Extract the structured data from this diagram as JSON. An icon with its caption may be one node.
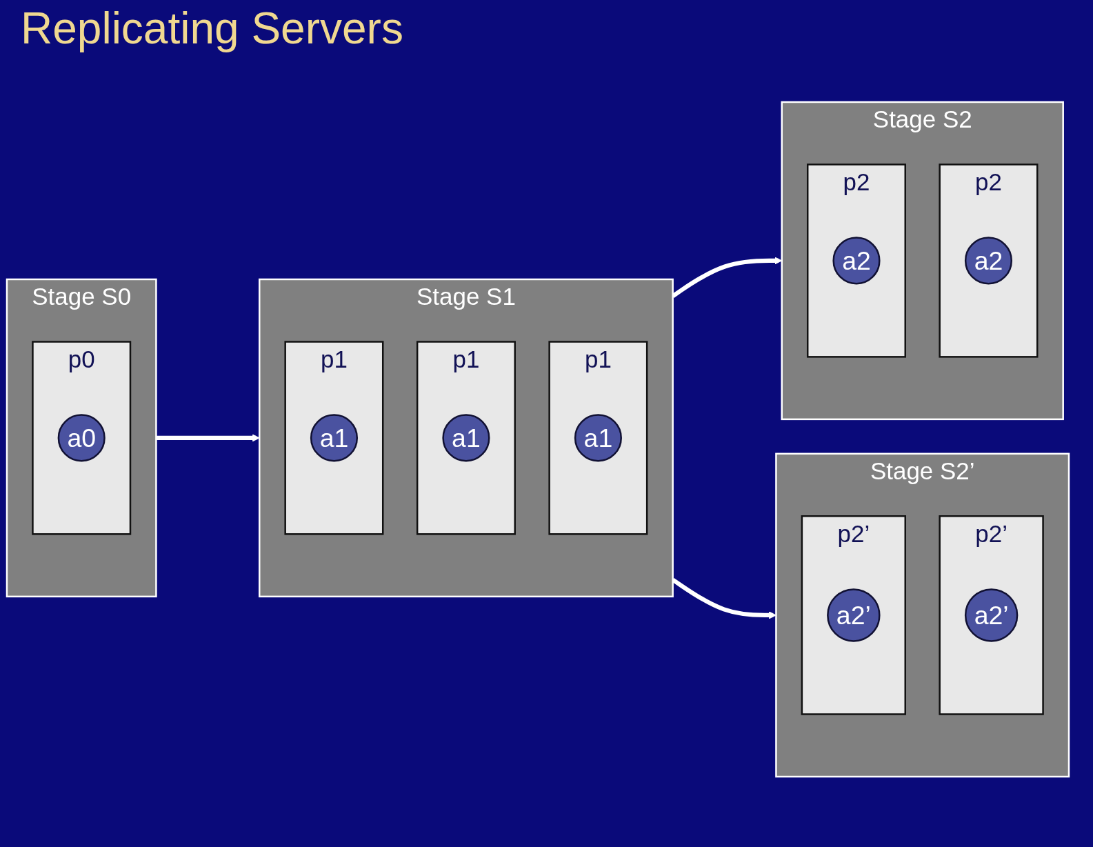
{
  "diagram": {
    "title": "Replicating Servers",
    "nodes": [
      {
        "text": [
          "Stage S0"
        ]
      },
      {
        "text": [
          "p0"
        ],
        "in": 0
      },
      {
        "text": [
          "a0"
        ],
        "in": 1
      },
      {
        "text": [
          "Stage S1"
        ]
      },
      {
        "text": [
          "p1"
        ],
        "in": 3
      },
      {
        "text": [
          "a1"
        ],
        "in": 4
      },
      {
        "text": [
          "p1"
        ],
        "in": 3
      },
      {
        "text": [
          "a1"
        ],
        "in": 6
      },
      {
        "text": [
          "p1"
        ],
        "in": 3
      },
      {
        "text": [
          "a1"
        ],
        "in": 8
      },
      {
        "text": [
          "Stage S2"
        ]
      },
      {
        "text": [
          "p2"
        ],
        "in": 10
      },
      {
        "text": [
          "a2"
        ],
        "in": 11
      },
      {
        "text": [
          "p2"
        ],
        "in": 10
      },
      {
        "text": [
          "a2"
        ],
        "in": 13
      },
      {
        "text": [
          "Stage S2’"
        ]
      },
      {
        "text": [
          "p2’"
        ],
        "in": 15
      },
      {
        "text": [
          "a2’"
        ],
        "in": 16
      },
      {
        "text": [
          "p2’"
        ],
        "in": 15
      },
      {
        "text": [
          "a2’"
        ],
        "in": 18
      }
    ],
    "edges": [
      {
        "from": 0,
        "to": 3,
        "arrow": "to"
      },
      {
        "from": 3,
        "to": 10,
        "arrow": "to"
      },
      {
        "from": 3,
        "to": 15,
        "arrow": "to"
      }
    ]
  }
}
